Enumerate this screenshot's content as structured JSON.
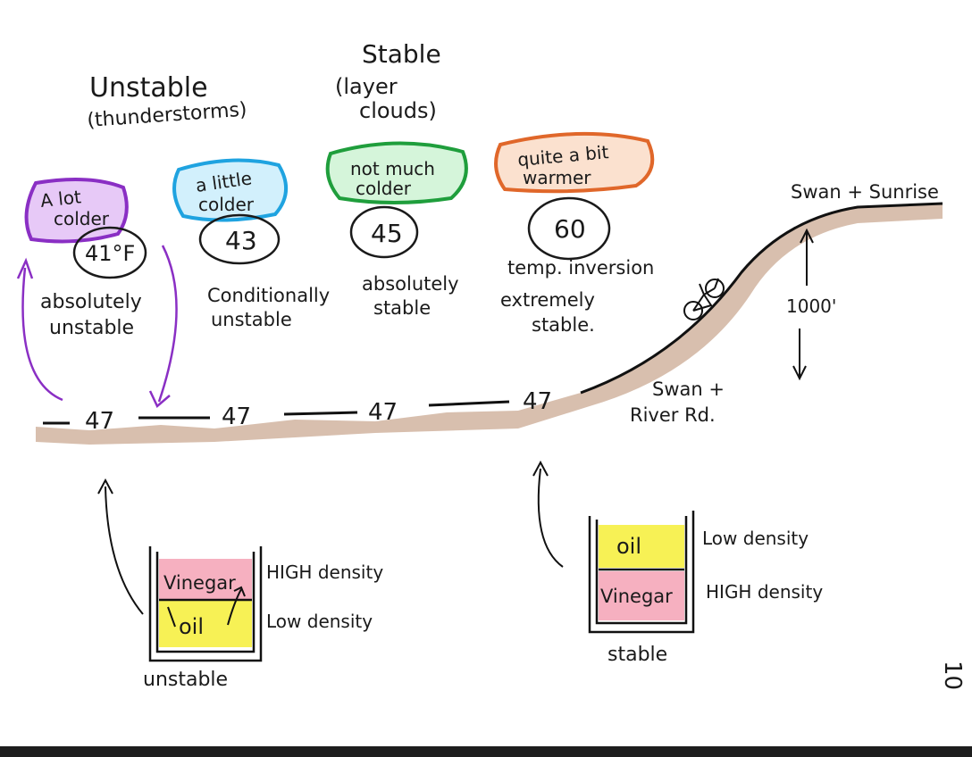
{
  "colors": {
    "ink": "#1a1a1a",
    "purple": "#8a2fc4",
    "blue": "#1fa3e0",
    "green": "#1f9e3c",
    "orange": "#e0672a",
    "brown": "#9a6a4c",
    "yellow": "#f5ee2a",
    "pink": "#ef6f8c"
  },
  "headings": {
    "unstable_title": "Unstable",
    "unstable_sub": "(thunderstorms)",
    "stable_title": "Stable",
    "stable_sub_1": "(layer",
    "stable_sub_2": "clouds)"
  },
  "columns": [
    {
      "bubble_line1": "A lot",
      "bubble_line2": "colder",
      "temp": "41°F",
      "desc_line1": "absolutely",
      "desc_line2": "unstable",
      "ground_temp": "47",
      "bubble_color": "purple"
    },
    {
      "bubble_line1": "a little",
      "bubble_line2": "colder",
      "temp": "43",
      "desc_line1": "Conditionally",
      "desc_line2": "unstable",
      "ground_temp": "47",
      "bubble_color": "blue"
    },
    {
      "bubble_line1": "not much",
      "bubble_line2": "colder",
      "temp": "45",
      "desc_line1": "absolutely",
      "desc_line2": "stable",
      "ground_temp": "47",
      "bubble_color": "green"
    },
    {
      "bubble_line1": "quite a bit",
      "bubble_line2": "warmer",
      "temp": "60",
      "desc_line1": "temp. inversion",
      "desc_line2": "extremely",
      "desc_line3": "stable.",
      "ground_temp": "47",
      "bubble_color": "orange"
    }
  ],
  "hill": {
    "top_label": "Swan + Sunrise",
    "bottom_label_1": "Swan +",
    "bottom_label_2": "River Rd.",
    "height_label": "1000'",
    "bicycle_icon": "bicycle-icon"
  },
  "containers": {
    "left": {
      "top_liquid": "Vinegar",
      "bottom_liquid": "oil",
      "top_density": "HIGH density",
      "bottom_density": "Low density",
      "caption": "unstable"
    },
    "right": {
      "top_liquid": "oil",
      "bottom_liquid": "Vinegar",
      "top_density": "Low density",
      "bottom_density": "HIGH density",
      "caption": "stable"
    }
  },
  "page_number": "10"
}
